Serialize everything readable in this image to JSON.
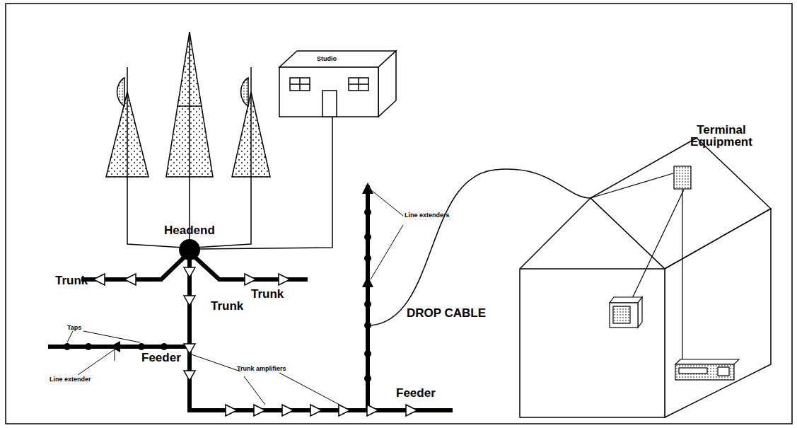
{
  "diagram": {
    "labels": [
      "Headend",
      "Trunk",
      "Trunk",
      "Trunk",
      "Feeder",
      "Feeder",
      "DROP CABLE",
      "Terminal Equipment",
      "Line extenders",
      "Trunk amplifiers",
      "Taps",
      "Line extender",
      "Studio"
    ]
  }
}
